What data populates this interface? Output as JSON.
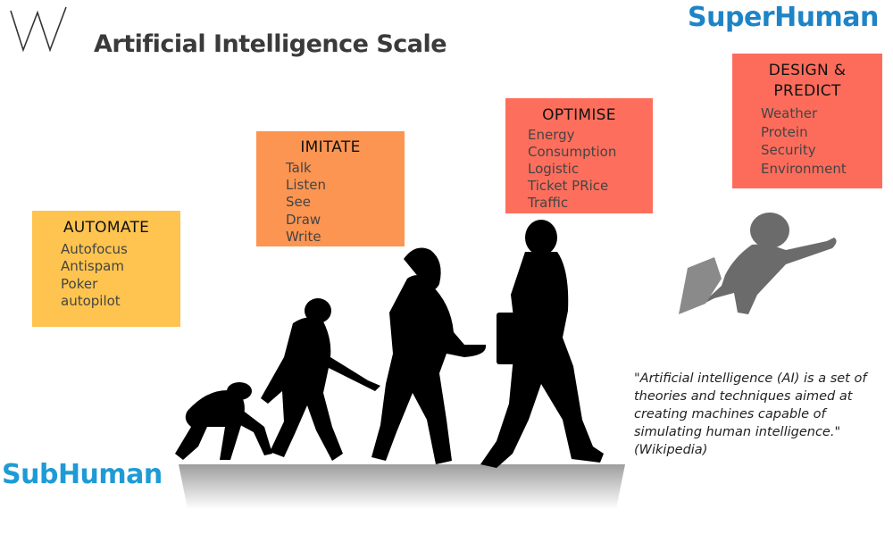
{
  "title": "Artificial Intelligence Scale",
  "top_right_label": "SuperHuman",
  "bottom_left_label": "SubHuman",
  "stages": [
    {
      "title": "AUTOMATE",
      "items": [
        "Autofocus",
        "Antispam",
        "Poker",
        "autopilot"
      ],
      "color": "#fec44f"
    },
    {
      "title": "IMITATE",
      "items": [
        "Talk",
        "Listen",
        "See",
        "Draw",
        "Write"
      ],
      "color": "#fc9551"
    },
    {
      "title": "OPTIMISE",
      "items": [
        "Energy",
        "Consumption",
        "Logistic",
        "Ticket PRice",
        "Traffic"
      ],
      "color": "#fd6e5c"
    },
    {
      "title_line1": "DESIGN &",
      "title_line2": "PREDICT",
      "items": [
        "Weather",
        "Protein",
        "Security",
        "Environment"
      ],
      "color": "#fd6c5b"
    }
  ],
  "quote": "\"Artificial intelligence (AI) is a set of\n theories and techniques aimed at\ncreating machines capable of\nsimulating human intelligence.\"\n(Wikipedia)",
  "colors": {
    "title": "#3a3a3a",
    "superhuman": "#1e84c6",
    "subhuman": "#1e9bd6",
    "silhouette": "#000000",
    "superhero": "#6b6b6b"
  },
  "icons": [
    "w-logo-icon",
    "evolution-silhouettes",
    "superhero-icon"
  ]
}
